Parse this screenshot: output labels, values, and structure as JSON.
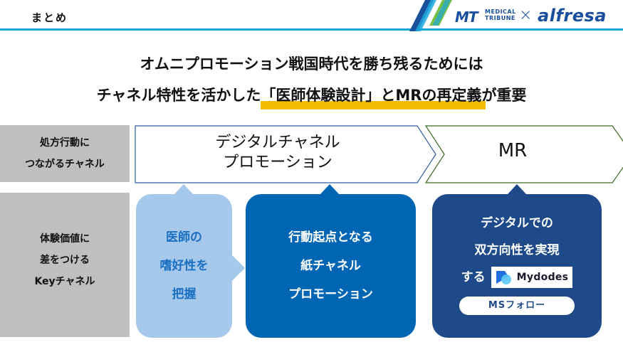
{
  "header": {
    "title": "まとめ",
    "rule_color": "#1ba6dc",
    "logo": {
      "mt": "MT",
      "medical_line1": "MEDICAL",
      "medical_line2": "TRIBUNE",
      "cross": "×",
      "partner": "alfresa",
      "brand_color": "#1a4f9e"
    }
  },
  "headline": {
    "line1": "オムニプロモーション戦国時代を勝ち残るためには",
    "line2_prefix": "チャネル特性を活かした",
    "line2_highlight": "「医師体験設計」とMRの再定義",
    "line2_suffix": "が重要",
    "highlight_color": "#f0bd00"
  },
  "rows": {
    "row1_label": [
      "処方行動に",
      "つながるチャネル"
    ],
    "row2_label": [
      "体験価値に",
      "差をつける",
      "Keyチャネル"
    ]
  },
  "chevrons": [
    {
      "id": "digital",
      "lines": [
        "デジタルチャネル",
        "プロモーション"
      ],
      "border_color": "#2e5fa3"
    },
    {
      "id": "mr",
      "lines": [
        "MR"
      ],
      "border_color": "#3a6b1f"
    }
  ],
  "bubbles": [
    {
      "id": "preference",
      "lines": [
        "医師の",
        "嗜好性を",
        "把握"
      ],
      "bg": "#a6c8ea",
      "text_color": "#1b6fc0"
    },
    {
      "id": "paper",
      "lines": [
        "行動起点となる",
        "紙チャネル",
        "プロモーション"
      ],
      "bg": "#0066b3",
      "text_color": "#ffffff"
    },
    {
      "id": "mr-digital",
      "lines": [
        "デジタルでの",
        "双方向性を実現",
        "する"
      ],
      "product": "Mydodes",
      "pill": "MSフォロー",
      "bg": "#1e4a8a",
      "text_color": "#ffffff"
    }
  ]
}
